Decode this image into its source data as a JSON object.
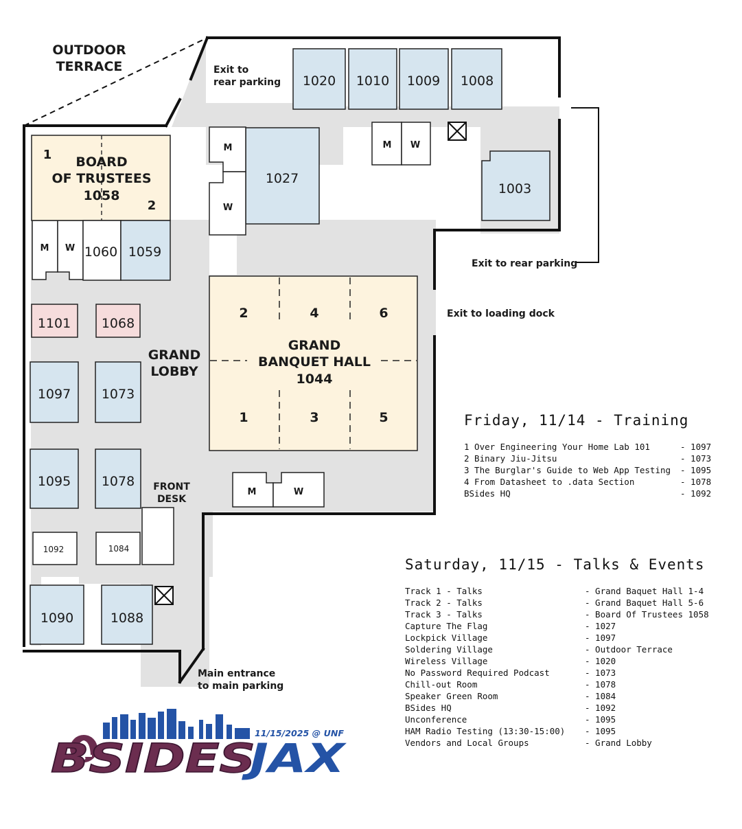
{
  "map": {
    "areas": {
      "outdoor_terrace": [
        "OUTDOOR",
        "TERRACE"
      ],
      "grand_lobby": [
        "GRAND",
        "LOBBY"
      ],
      "front_desk": [
        "FRONT",
        "DESK"
      ],
      "board_of_trustees": [
        "BOARD",
        "OF TRUSTEES",
        "1058"
      ],
      "board_parts": [
        "1",
        "2"
      ],
      "grand_banquet_hall": [
        "GRAND",
        "BANQUET HALL",
        "1044"
      ],
      "hall_sections": [
        "2",
        "4",
        "6",
        "1",
        "3",
        "5"
      ]
    },
    "rooms": {
      "r1020": "1020",
      "r1010": "1010",
      "r1009": "1009",
      "r1008": "1008",
      "r1027": "1027",
      "r1003": "1003",
      "r1060": "1060",
      "r1059": "1059",
      "r1101": "1101",
      "r1068": "1068",
      "r1097": "1097",
      "r1073": "1073",
      "r1095": "1095",
      "r1078": "1078",
      "r1092": "1092",
      "r1084": "1084",
      "r1090": "1090",
      "r1088": "1088"
    },
    "restroom_men": "M",
    "restroom_women": "W",
    "exits": {
      "rear_top": [
        "Exit to",
        "rear parking"
      ],
      "rear_right": "Exit to rear parking",
      "loading_dock": "Exit to loading dock",
      "main_entrance": [
        "Main entrance",
        "to main parking"
      ]
    },
    "colors": {
      "room_blue": "#d6e5ef",
      "room_cream": "#fdf3de",
      "room_pink": "#f6dcdc",
      "corridor_gray": "#e2e2e2",
      "logo_maroon": "#6b2d4f",
      "logo_blue": "#2453a6"
    },
    "icons": [
      "elevator-icon",
      "elevator-icon"
    ]
  },
  "logo": {
    "main": "BSIDES",
    "accent": "JAX",
    "date_text": "11/15/2025 @ UNF"
  },
  "schedule": {
    "friday": {
      "title": "Friday, 11/14 - Training",
      "rows": [
        [
          "1 Over Engineering Your Home Lab 101",
          "- 1097"
        ],
        [
          "2 Binary Jiu-Jitsu",
          "- 1073"
        ],
        [
          "3 The Burglar's Guide to Web App Testing",
          "- 1095"
        ],
        [
          "4 From Datasheet to .data Section",
          "- 1078"
        ],
        [
          "BSides HQ",
          "- 1092"
        ]
      ]
    },
    "saturday": {
      "title": "Saturday, 11/15 - Talks & Events",
      "rows": [
        [
          "Track 1 - Talks",
          "- Grand Baquet Hall 1-4"
        ],
        [
          "Track 2 - Talks",
          "- Grand Baquet Hall 5-6"
        ],
        [
          "Track 3 - Talks",
          "- Board Of Trustees 1058"
        ],
        [
          "Capture The Flag",
          "- 1027"
        ],
        [
          "Lockpick Village",
          "- 1097"
        ],
        [
          "Soldering Village",
          "- Outdoor Terrace"
        ],
        [
          "Wireless Village",
          "- 1020"
        ],
        [
          "No Password Required Podcast",
          "- 1073"
        ],
        [
          "Chill-out Room",
          "- 1078"
        ],
        [
          "Speaker Green Room",
          "- 1084"
        ],
        [
          "BSides HQ",
          "- 1092"
        ],
        [
          "Unconference",
          "- 1095"
        ],
        [
          "HAM Radio Testing (13:30-15:00)",
          "- 1095"
        ],
        [
          "Vendors and Local Groups",
          "- Grand Lobby"
        ]
      ]
    }
  }
}
